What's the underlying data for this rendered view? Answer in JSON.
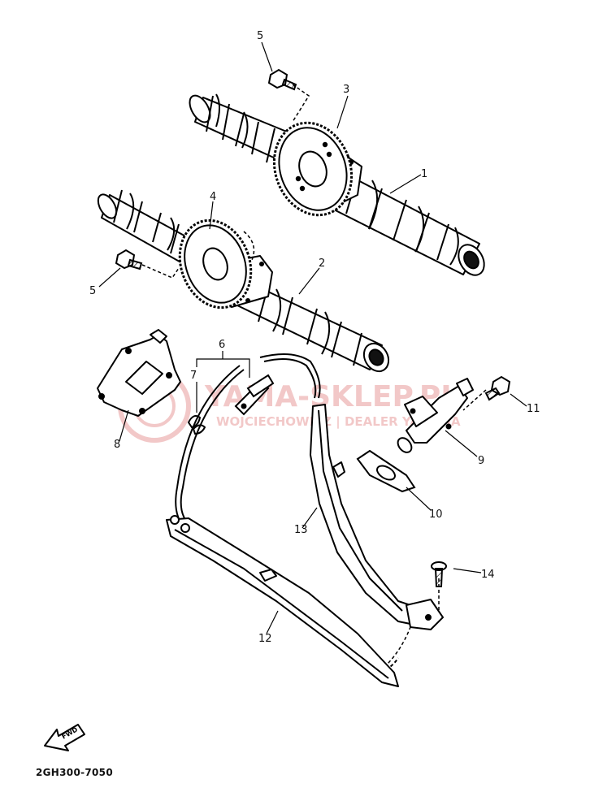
{
  "diagram": {
    "part_labels": [
      "5",
      "3",
      "1",
      "4",
      "2",
      "5",
      "6",
      "7",
      "8",
      "9",
      "10",
      "11",
      "12",
      "13",
      "14"
    ],
    "fwd_label": "FWD",
    "drawing_code": "2GH300-7050",
    "watermark": {
      "title": "YAMA-SKLEP.PL",
      "subtitle": "WOJCIECHOWICZ | DEALER YAMAHA",
      "color": "#d23c3c"
    }
  }
}
